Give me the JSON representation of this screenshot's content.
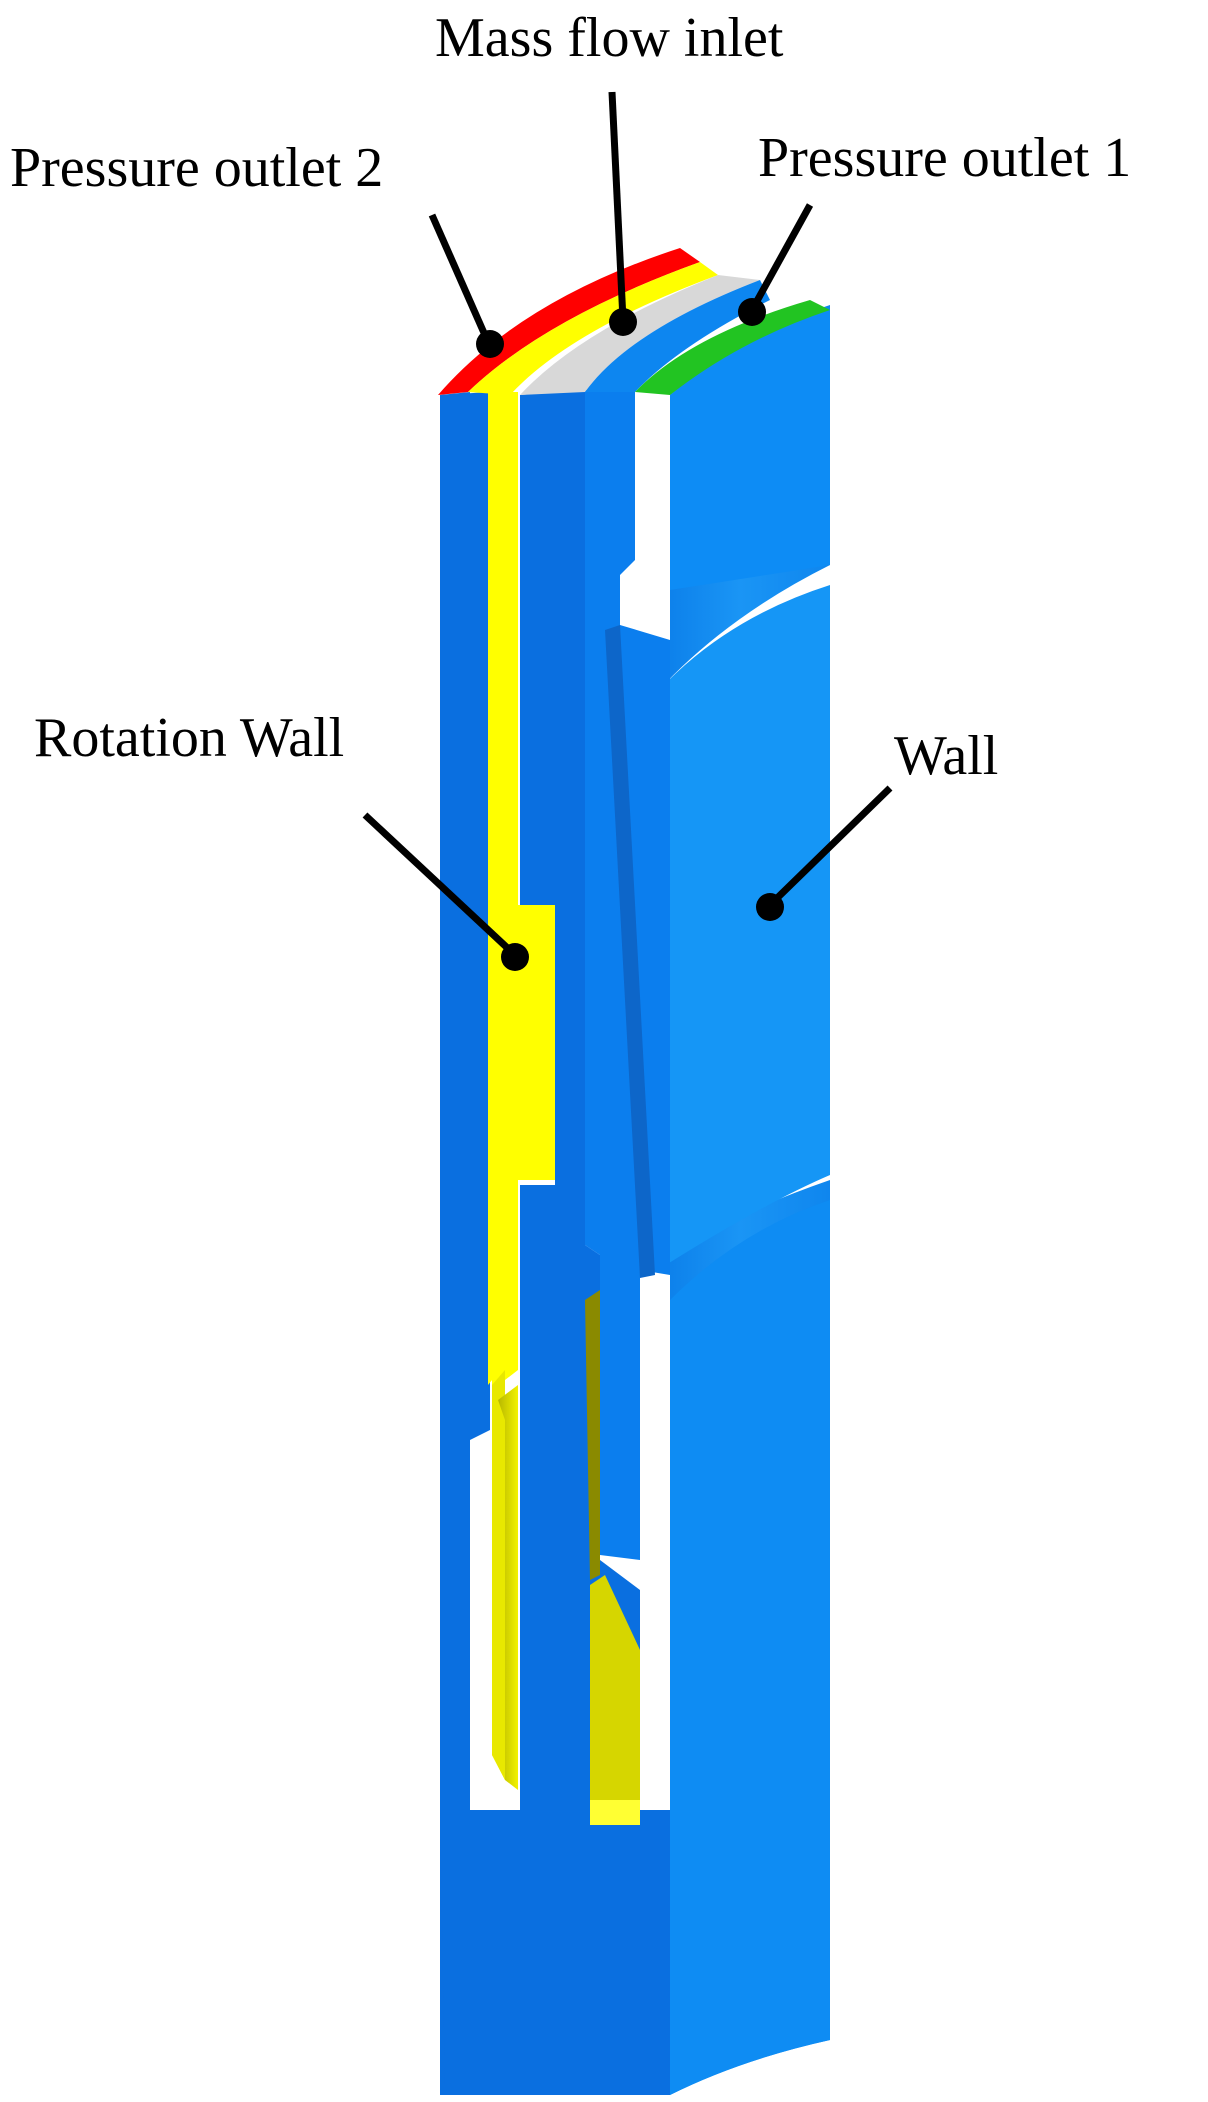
{
  "labels": {
    "mass_flow_inlet": "Mass flow inlet",
    "pressure_outlet_2": "Pressure outlet 2",
    "pressure_outlet_1": "Pressure outlet 1",
    "rotation_wall": "Rotation Wall",
    "wall": "Wall"
  },
  "colors": {
    "wall_blue": "#0a70e6",
    "wall_blue_light": "#0d8cf5",
    "rotation_wall_yellow": "#ffff00",
    "pressure_outlet_2_red": "#ff0000",
    "pressure_outlet_1_green": "#1ec41e",
    "mass_flow_inlet_gray": "#d8d8d8"
  }
}
